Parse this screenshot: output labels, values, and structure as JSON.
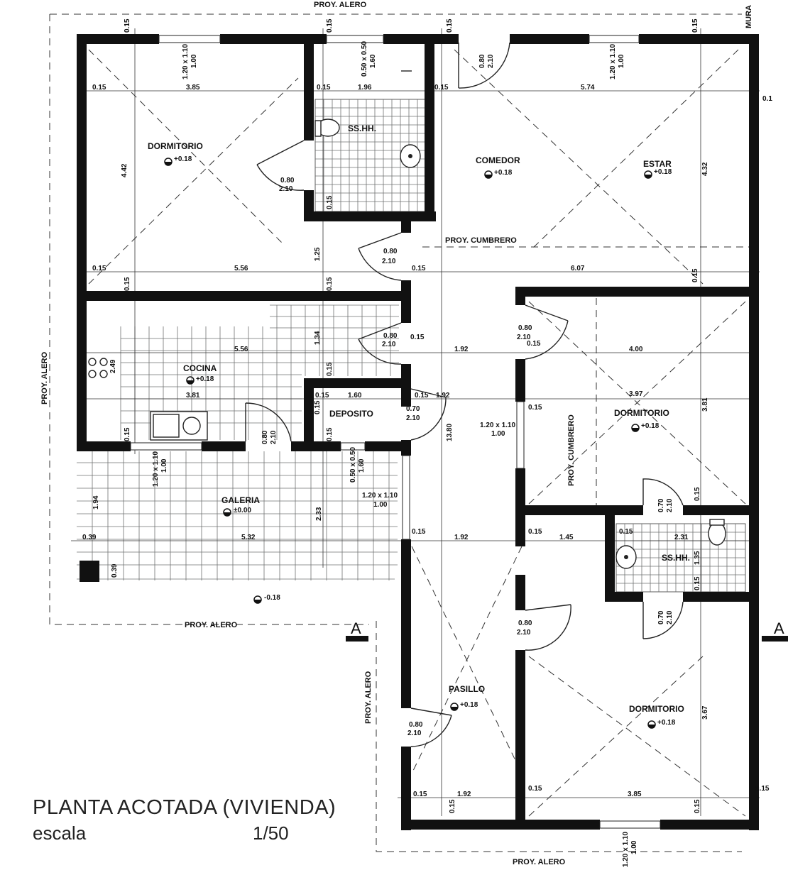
{
  "rooms": {
    "dormitorio_1": {
      "name": "DORMITORIO",
      "level": "+0.18"
    },
    "sshh_1": {
      "name": "SS.HH.",
      "level": ""
    },
    "comedor": {
      "name": "COMEDOR",
      "level": "+0.18"
    },
    "estar": {
      "name": "ESTAR",
      "level": "+0.18"
    },
    "cocina": {
      "name": "COCINA",
      "level": "+0.18"
    },
    "deposito": {
      "name": "DEPOSITO",
      "level": ""
    },
    "dormitorio_2": {
      "name": "DORMITORIO",
      "level": "+0.18"
    },
    "galeria": {
      "name": "GALERIA",
      "level": "±0.00"
    },
    "sshh_2": {
      "name": "SS.HH.",
      "level": ""
    },
    "pasillo": {
      "name": "PASILLO",
      "level": "+0.18"
    },
    "dormitorio_3": {
      "name": "DORMITORIO",
      "level": "+0.18"
    },
    "exterior": {
      "name": "",
      "level": "-0.18"
    }
  },
  "projections": {
    "alero_top": "PROY. ALERO",
    "alero_left": "PROY. ALERO",
    "alero_mid": "PROY. ALERO",
    "alero_pasillo": "PROY. ALERO",
    "alero_bottom": "PROY. ALERO",
    "cumbrero_h": "PROY. CUMBRERO",
    "cumbrero_v": "PROY. CUMBRERO",
    "muro": "MURA"
  },
  "section_marks": {
    "left": "A",
    "right": "A"
  },
  "dimensions": {
    "d_015": "0.15",
    "d_385": "3.85",
    "d_196": "1.96",
    "d_574": "5.74",
    "d_442": "4.42",
    "d_432": "4.32",
    "d_125": "1.25",
    "d_556": "5.56",
    "d_607": "6.07",
    "d_134": "1.34",
    "d_192": "1.92",
    "d_400": "4.00",
    "d_249": "2.49",
    "d_381a": "3.81",
    "d_160": "1.60",
    "d_397": "3.97",
    "d_381b": "3.81",
    "d_1380": "13.80",
    "d_194": "1.94",
    "d_233": "2.33",
    "d_532": "5.32",
    "d_039": "0.39",
    "d_145": "1.45",
    "d_231": "2.31",
    "d_135": "1.35",
    "d_367": "3.67",
    "d_01": "0.1"
  },
  "openings": {
    "w_120_110": "1.20 x 1.10",
    "w_050_050": "0.50 x 0.50",
    "h_100": "1.00",
    "h_160": "1.60",
    "d_080": "0.80",
    "d_070": "0.70",
    "h_210": "2.10"
  },
  "title": {
    "main": "PLANTA ACOTADA (VIVIENDA)",
    "scale_label": "escala",
    "scale_value": "1/50"
  }
}
